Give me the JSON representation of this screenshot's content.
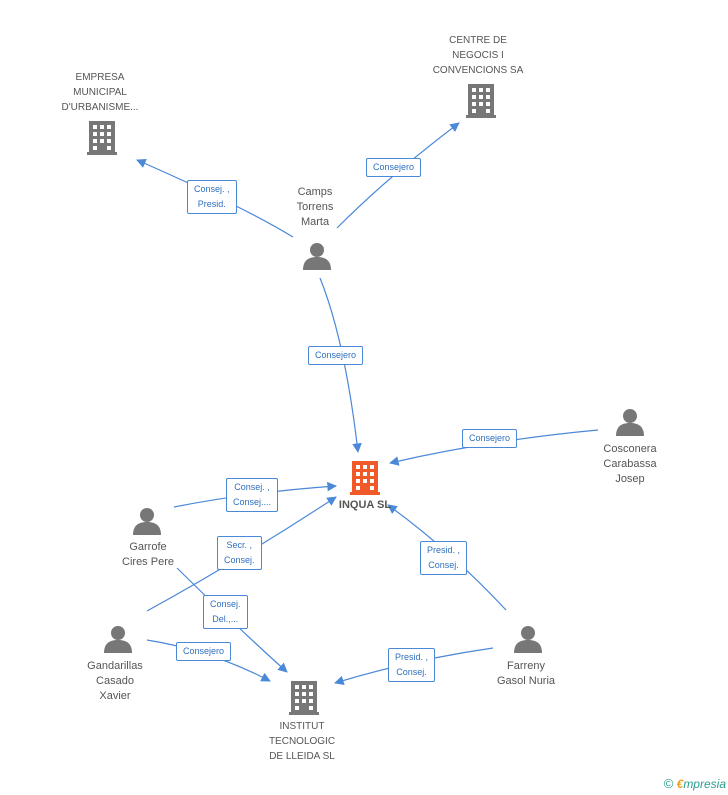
{
  "nodes": {
    "empresa_municipal": {
      "label_lines": [
        "EMPRESA",
        "MUNICIPAL",
        "D'URBANISME..."
      ]
    },
    "centre_negocis": {
      "label_lines": [
        "CENTRE DE",
        "NEGOCIS I",
        "CONVENCIONS SA"
      ]
    },
    "camps": {
      "label_lines": [
        "Camps",
        "Torrens",
        "Marta"
      ]
    },
    "inqua": {
      "label": "INQUA SL"
    },
    "cosconera": {
      "label_lines": [
        "Cosconera",
        "Carabassa",
        "Josep"
      ]
    },
    "garrofe": {
      "label_lines": [
        "Garrofe",
        "Cires Pere"
      ]
    },
    "gandarillas": {
      "label_lines": [
        "Gandarillas",
        "Casado",
        "Xavier"
      ]
    },
    "farreny": {
      "label_lines": [
        "Farreny",
        "Gasol Nuria"
      ]
    },
    "institut": {
      "label_lines": [
        "INSTITUT",
        "TECNOLOGIC",
        "DE LLEIDA SL"
      ]
    }
  },
  "edges": {
    "camps_empresa": [
      "Consej. ,",
      "Presid."
    ],
    "camps_centre": [
      "Consejero"
    ],
    "camps_inqua": [
      "Consejero"
    ],
    "cosconera_inqua": [
      "Consejero"
    ],
    "garrofe_inqua": [
      "Consej. ,",
      "Consej...."
    ],
    "gandarillas_inqua": [
      "Secr. ,",
      "Consej."
    ],
    "garrofe_institut": [
      "Consej.",
      "Del.,..."
    ],
    "gandarillas_institut": [
      "Consejero"
    ],
    "farreny_inqua": [
      "Presid. ,",
      "Consej."
    ],
    "farreny_institut": [
      "Presid. ,",
      "Consej."
    ]
  },
  "colors": {
    "edge": "#4a88d8",
    "icon_gray": "#777777",
    "main_company": "#f05a28"
  },
  "footer": {
    "copyright": "©",
    "brand_e": "€",
    "brand_rest": "mpresia"
  }
}
